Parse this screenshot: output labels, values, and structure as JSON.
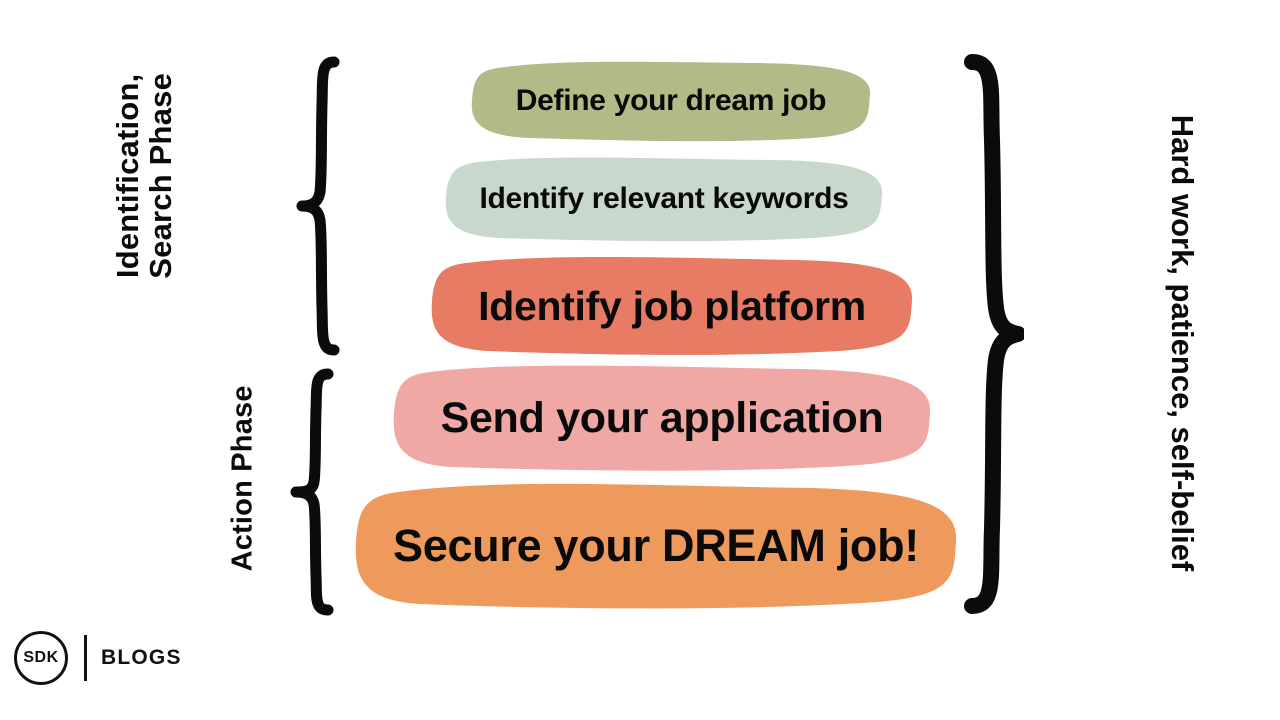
{
  "diagram": {
    "type": "funnel",
    "title": "Job search funnel",
    "background_color": "#ffffff",
    "text_color": "#0a0a0a"
  },
  "left_phases": [
    {
      "id": "identification-search-phase",
      "lines": [
        "Identification,",
        "Search Phase"
      ],
      "brace": "curly-brace-left",
      "covers_steps": [
        0,
        1,
        2
      ]
    },
    {
      "id": "action-phase",
      "lines": [
        "Action Phase"
      ],
      "brace": "curly-brace-left",
      "covers_steps": [
        3,
        4
      ]
    }
  ],
  "right_annotation": {
    "id": "qualities",
    "label": "Hard work, patience, self-belief",
    "brace": "curly-brace-right",
    "covers_steps": [
      0,
      1,
      2,
      3,
      4
    ]
  },
  "steps": [
    {
      "index": 1,
      "label": "Define your dream job",
      "color": "#b2ba87"
    },
    {
      "index": 2,
      "label": "Identify relevant keywords",
      "color": "#c9d8cc"
    },
    {
      "index": 3,
      "label": "Identify job platform",
      "color": "#e87b63"
    },
    {
      "index": 4,
      "label": "Send your application",
      "color": "#f0a8a5"
    },
    {
      "index": 5,
      "label": "Secure your DREAM job!",
      "color": "#ee9a5c"
    }
  ],
  "logo": {
    "mark_text": "SDK",
    "word_text": "BLOGS",
    "color": "#111111"
  }
}
